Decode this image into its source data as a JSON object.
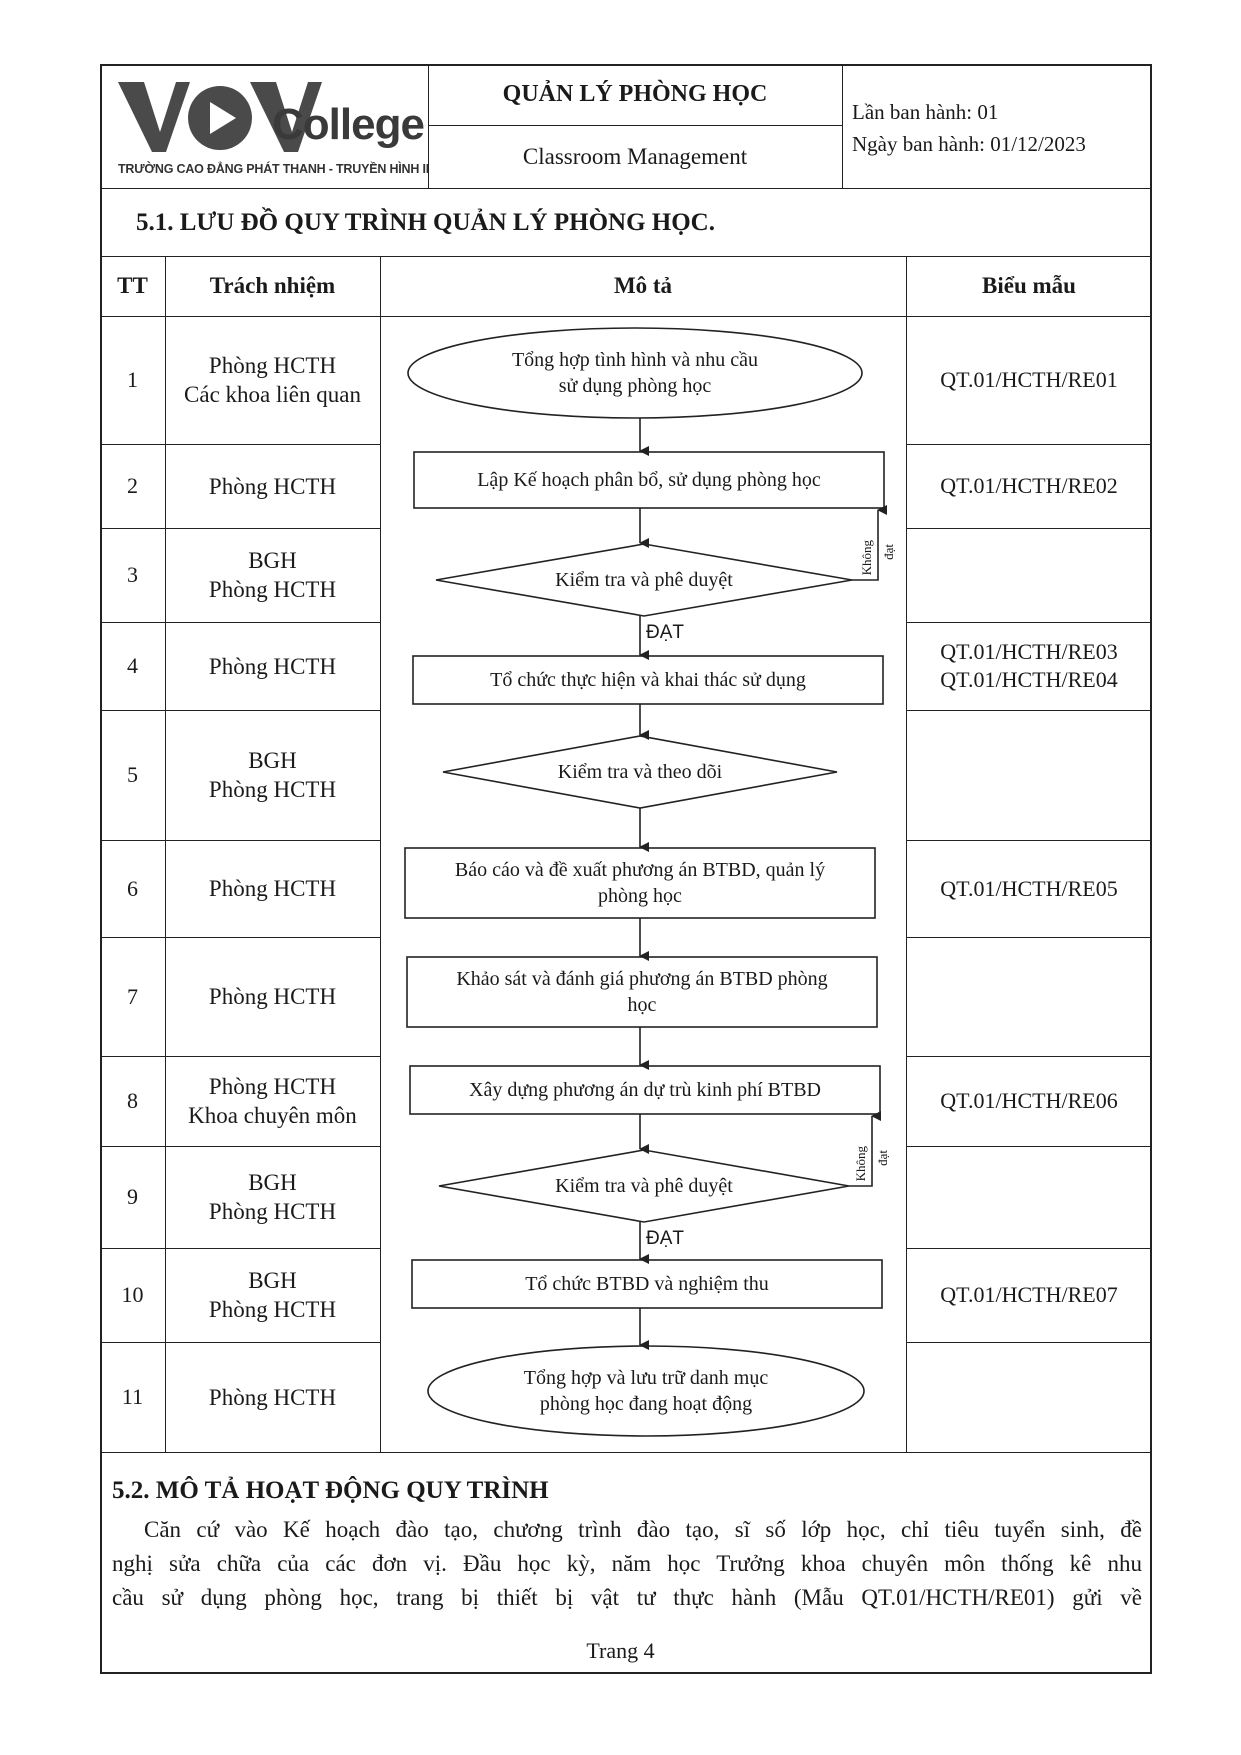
{
  "header": {
    "logo_main": "VOV",
    "logo_college": "College",
    "logo_sub": "TRƯỜNG CAO ĐẲNG PHÁT THANH - TRUYỀN HÌNH II",
    "title": "QUẢN LÝ PHÒNG HỌC",
    "subtitle": "Classroom Management",
    "issue_no": "Lần ban hành: 01",
    "issue_date": "Ngày ban hành: 01/12/2023"
  },
  "section1": {
    "heading": "5.1. LƯU ĐỒ QUY TRÌNH QUẢN LÝ PHÒNG HỌC."
  },
  "table": {
    "headers": [
      "TT",
      "Trách nhiệm",
      "Mô tả",
      "Biểu mẫu"
    ],
    "rows": [
      {
        "tt": "1",
        "resp": [
          "Phòng HCTH",
          "Các khoa liên quan"
        ],
        "forms": [
          "QT.01/HCTH/RE01"
        ],
        "step": [
          "Tổng hợp tình hình và nhu cầu",
          "sử dụng phòng học"
        ]
      },
      {
        "tt": "2",
        "resp": [
          "Phòng HCTH"
        ],
        "forms": [
          "QT.01/HCTH/RE02"
        ],
        "step": [
          "Lập Kế hoạch phân bổ, sử dụng phòng học"
        ]
      },
      {
        "tt": "3",
        "resp": [
          "BGH",
          "Phòng HCTH"
        ],
        "forms": [],
        "step": [
          "Kiểm tra và phê duyệt"
        ]
      },
      {
        "tt": "4",
        "resp": [
          "Phòng HCTH"
        ],
        "forms": [
          "QT.01/HCTH/RE03",
          "QT.01/HCTH/RE04"
        ],
        "step": [
          "Tổ chức thực hiện và khai thác sử dụng"
        ]
      },
      {
        "tt": "5",
        "resp": [
          "BGH",
          "Phòng HCTH"
        ],
        "forms": [],
        "step": [
          "Kiểm tra và theo dõi"
        ]
      },
      {
        "tt": "6",
        "resp": [
          "Phòng HCTH"
        ],
        "forms": [
          "QT.01/HCTH/RE05"
        ],
        "step": [
          "Báo cáo và đề xuất phương án BTBD,   quản lý",
          "phòng học"
        ]
      },
      {
        "tt": "7",
        "resp": [
          "Phòng HCTH"
        ],
        "forms": [],
        "step": [
          "Khảo sát và đánh giá phương án BTBD phòng",
          "học"
        ]
      },
      {
        "tt": "8",
        "resp": [
          "Phòng HCTH",
          "Khoa chuyên môn"
        ],
        "forms": [
          "QT.01/HCTH/RE06"
        ],
        "step": [
          "Xây dựng phương án dự trù kinh phí BTBD"
        ]
      },
      {
        "tt": "9",
        "resp": [
          "BGH",
          "Phòng HCTH"
        ],
        "forms": [],
        "step": [
          "Kiểm tra và phê duyệt"
        ]
      },
      {
        "tt": "10",
        "resp": [
          "BGH",
          "Phòng HCTH"
        ],
        "forms": [
          "QT.01/HCTH/RE07"
        ],
        "step": [
          "Tổ chức BTBD và nghiệm thu"
        ]
      },
      {
        "tt": "11",
        "resp": [
          "Phòng HCTH"
        ],
        "forms": [],
        "step": [
          "Tổng hợp và lưu trữ danh mục",
          "phòng học đang hoạt động"
        ]
      }
    ],
    "label_fail": "Không",
    "label_fail2": "đạt",
    "label_pass": "ĐẠT"
  },
  "section2": {
    "heading": "5.2. MÔ TẢ HOẠT ĐỘNG QUY TRÌNH",
    "lines": [
      "Căn cứ vào Kế hoạch đào tạo, chương trình đào tạo, sĩ số lớp học, chỉ tiêu tuyển sinh, đề",
      "nghị sửa chữa của các đơn vị. Đầu học kỳ, năm học Trưởng khoa chuyên môn thống kê nhu",
      "cầu sử dụng phòng học, trang bị thiết bị vật tư thực hành (Mẫu QT.01/HCTH/RE01) gửi về"
    ]
  },
  "footer": {
    "page": "Trang 4"
  }
}
